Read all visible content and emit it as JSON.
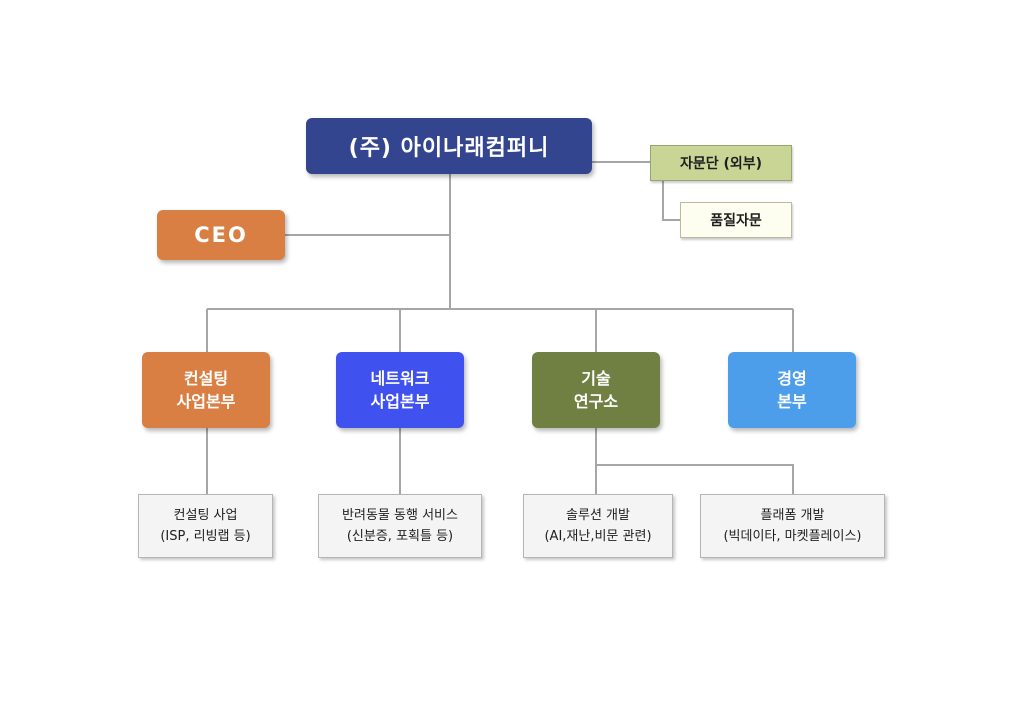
{
  "company": {
    "label": "(주) 아이나래컴퍼니",
    "color": "#33458f"
  },
  "ceo": {
    "label": "CEO",
    "color": "#d97f43"
  },
  "advisory": {
    "label": "자문단 (외부)",
    "color": "#c9d595"
  },
  "quality": {
    "label": "품질자문",
    "color": "#fdfef0"
  },
  "divisions": [
    {
      "line1": "컨설팅",
      "line2": "사업본부",
      "color": "#d97f43"
    },
    {
      "line1": "네트워크",
      "line2": "사업본부",
      "color": "#3f52ef"
    },
    {
      "line1": "기술",
      "line2": "연구소",
      "color": "#6f8042"
    },
    {
      "line1": "경영",
      "line2": "본부",
      "color": "#4d9eea"
    }
  ],
  "subunits": [
    {
      "line1": "컨설팅 사업",
      "line2": "(ISP, 리빙랩 등)"
    },
    {
      "line1": "반려동물 동행 서비스",
      "line2": "(신분증, 포획틀 등)"
    },
    {
      "line1": "솔루션 개발",
      "line2": "(AI,재난,비문 관련)"
    },
    {
      "line1": "플래폼 개발",
      "line2": "(빅데이타, 마켓플레이스)"
    }
  ],
  "connector_color": "#a6a6a6"
}
